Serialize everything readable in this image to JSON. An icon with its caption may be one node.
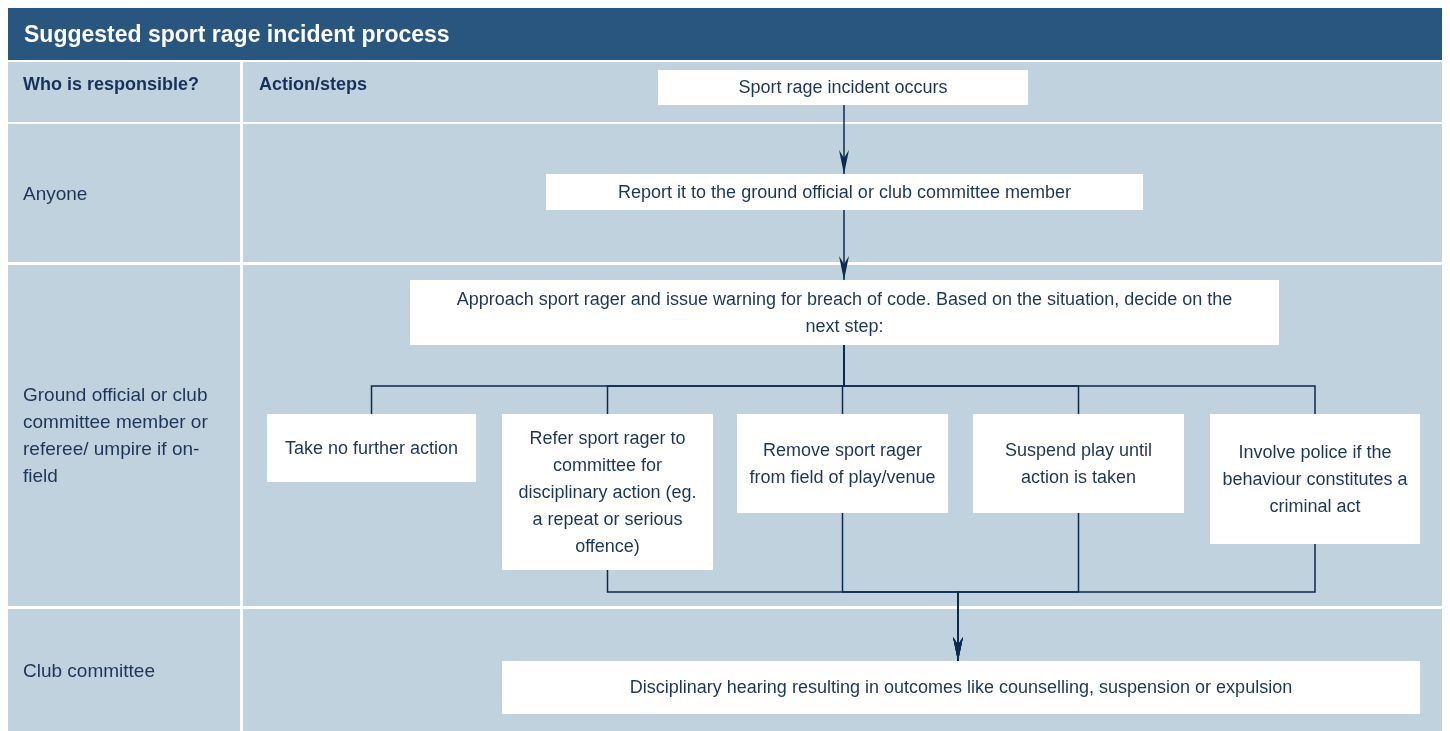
{
  "diagram": {
    "title": "Suggested sport rage incident process",
    "nodes": [
      {
        "text": [
          "Sport rage incident occurs"
        ]
      },
      {
        "text": [
          "Report it to the ground official or club committee member"
        ]
      },
      {
        "text": [
          "Approach sport rager and issue warning for breach of code. Based on the situation, decide on the next step:"
        ]
      },
      {
        "text": [
          "Take no further action"
        ]
      },
      {
        "text": [
          "Refer sport rager to committee for disciplinary action (eg. a repeat or serious offence)"
        ]
      },
      {
        "text": [
          "Remove sport rager from field of play/venue"
        ]
      },
      {
        "text": [
          "Suspend play until action is taken"
        ]
      },
      {
        "text": [
          "Involve police if the behaviour constitutes a criminal act"
        ]
      },
      {
        "text": [
          "Disciplinary hearing resulting in outcomes like counselling, suspension or expulsion"
        ]
      }
    ],
    "edges": [
      {
        "from": 0,
        "to": 1,
        "arrow": "to"
      },
      {
        "from": 1,
        "to": 2,
        "arrow": "to"
      },
      {
        "from": 2,
        "to": 3,
        "arrow": "none"
      },
      {
        "from": 2,
        "to": 4,
        "arrow": "none"
      },
      {
        "from": 2,
        "to": 5,
        "arrow": "none"
      },
      {
        "from": 2,
        "to": 6,
        "arrow": "none"
      },
      {
        "from": 2,
        "to": 7,
        "arrow": "none"
      },
      {
        "from": 4,
        "to": 8,
        "arrow": "to"
      },
      {
        "from": 5,
        "to": 8,
        "arrow": "to"
      },
      {
        "from": 6,
        "to": 8,
        "arrow": "to"
      },
      {
        "from": 7,
        "to": 8,
        "arrow": "to"
      }
    ],
    "labels": [
      "Who is responsible?",
      "Action/steps",
      "Anyone",
      "Ground official or club committee member or referee/ umpire if on-field",
      "Club committee"
    ]
  }
}
